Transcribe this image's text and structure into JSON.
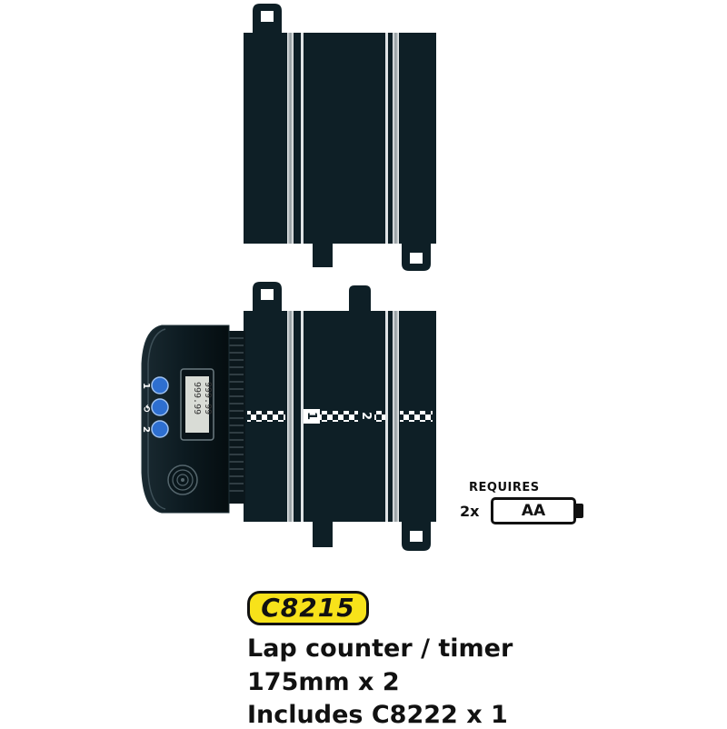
{
  "product": {
    "code": "C8215",
    "description_lines": [
      "Lap counter / timer",
      "175mm x 2",
      "Includes C8222 x 1"
    ]
  },
  "battery_requirement": {
    "label": "REQUIRES",
    "count": "2x",
    "type": "AA"
  },
  "lap_counter_unit": {
    "button_labels": [
      "1",
      "⟲",
      "2"
    ],
    "display_values": [
      "999.99",
      "999.99"
    ]
  },
  "track": {
    "lane_markers": [
      "1",
      "2"
    ]
  },
  "colors": {
    "track_surface": "#0e1f26",
    "badge_yellow": "#f7e21a",
    "button_blue": "#2e6fd0",
    "text": "#111111"
  }
}
